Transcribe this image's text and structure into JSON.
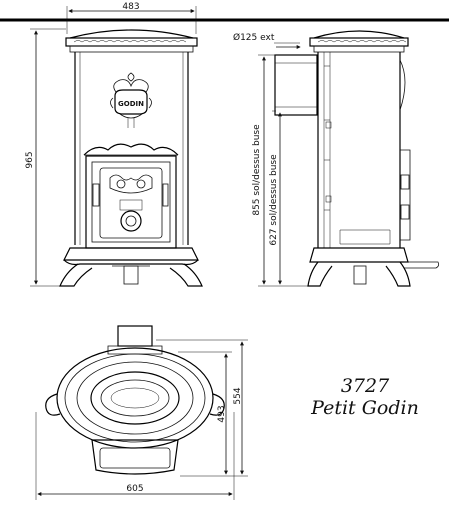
{
  "dimensions": {
    "top_width": "483",
    "total_height": "965",
    "flue_diameter": "Ø125 ext",
    "flue_height_upper": "855 sol/dessus buse",
    "flue_height_lower": "627 sol/dessus buse",
    "plan_depth_outer": "554",
    "plan_depth_inner": "493",
    "plan_width": "605"
  },
  "door_badge": "GODIN",
  "caption": {
    "model_number": "3727",
    "model_name": "Petit Godin"
  }
}
